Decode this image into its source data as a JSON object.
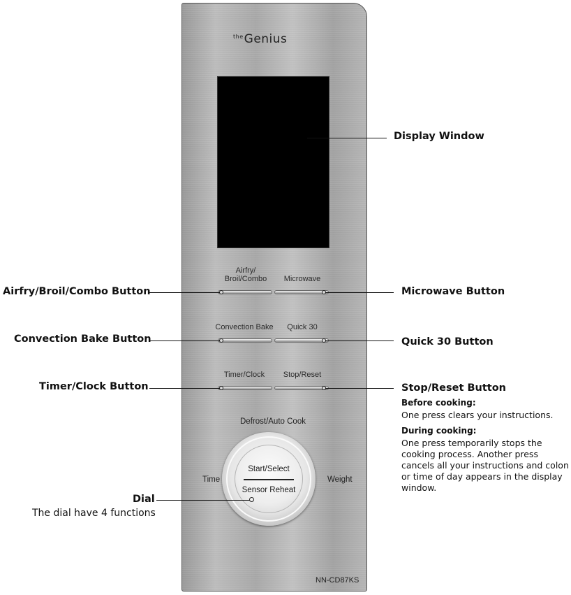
{
  "panel": {
    "brand_prefix": "the",
    "brand_name": "Genius",
    "model": "NN-CD87KS",
    "buttons": [
      {
        "label": "Airfry/\nBroil/Combo"
      },
      {
        "label": "Microwave"
      },
      {
        "label": "Convection Bake"
      },
      {
        "label": "Quick 30"
      },
      {
        "label": "Timer/Clock"
      },
      {
        "label": "Stop/Reset"
      }
    ],
    "dial": {
      "top_label": "Defrost/Auto Cook",
      "left_label": "Time",
      "right_label": "Weight",
      "center_top": "Start/Select",
      "center_bottom": "Sensor Reheat"
    }
  },
  "callouts": {
    "display_window": "Display Window",
    "airfry": "Airfry/Broil/Combo Button",
    "microwave": "Microwave Button",
    "convection": "Convection Bake Button",
    "quick30": "Quick 30 Button",
    "timer": "Timer/Clock Button",
    "stop_reset": "Stop/Reset Button",
    "before_head": "Before cooking:",
    "before_body": "One press clears your instructions.",
    "during_head": "During cooking:",
    "during_body": "One press temporarily stops the cooking process. Another press cancels all your instructions and colon or time of day appears in the display window.",
    "dial": "Dial",
    "dial_desc": "The dial have 4 functions"
  }
}
